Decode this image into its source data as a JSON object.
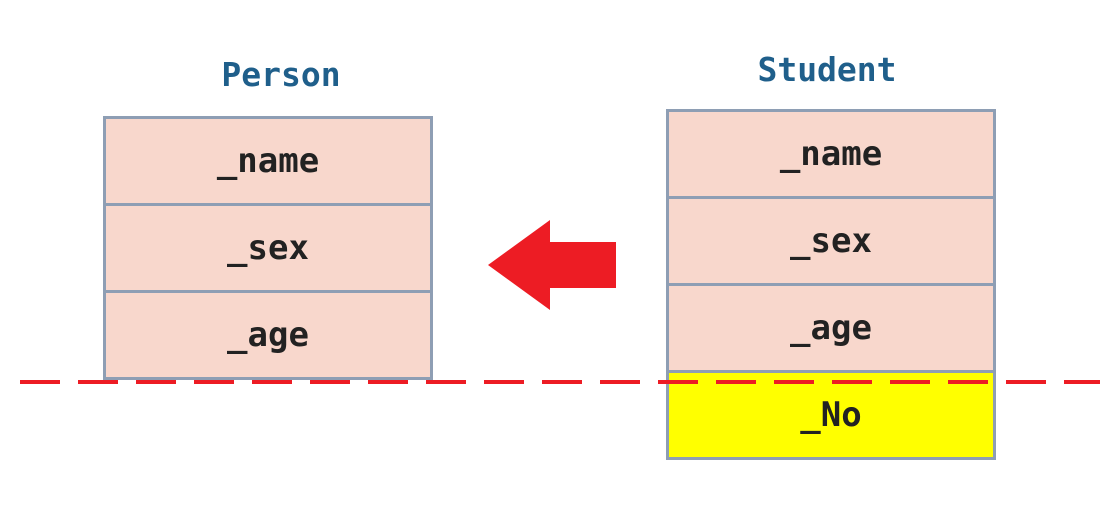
{
  "diagram": {
    "person": {
      "title": "Person",
      "fields": [
        "_name",
        "_sex",
        "_age"
      ]
    },
    "student": {
      "title": "Student",
      "fields": [
        "_name",
        "_sex",
        "_age"
      ],
      "extra_field": "_No"
    },
    "colors": {
      "title": "#1f5f8b",
      "field_fill": "#f8d7cc",
      "field_border": "#8e9eb4",
      "extra_fill": "#ffff00",
      "arrow": "#ed1c24",
      "dashed_line": "#ed1c24"
    },
    "arrow_direction": "left"
  }
}
